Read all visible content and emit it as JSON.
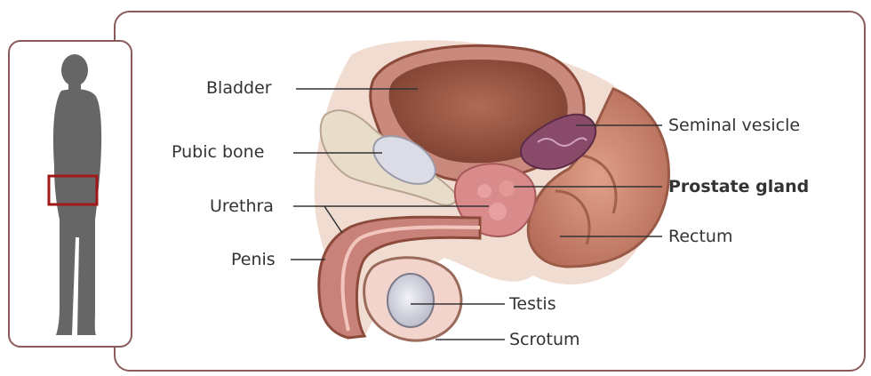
{
  "labels": {
    "bladder": "Bladder",
    "pubic_bone": "Pubic bone",
    "urethra": "Urethra",
    "penis": "Penis",
    "seminal_vesicle": "Seminal vesicle",
    "prostate_gland": "Prostate gland",
    "rectum": "Rectum",
    "testis": "Testis",
    "scrotum": "Scrotum"
  },
  "colors": {
    "frame_border": "#8b5a5a",
    "highlight_box": "#a01818",
    "silhouette": "#666666",
    "tissue": "#c98a7d",
    "bladder_inner": "#9c5a46",
    "prostate": "#d98a8a",
    "bone": "#e8dccb",
    "testis": "#d8d8e0"
  }
}
